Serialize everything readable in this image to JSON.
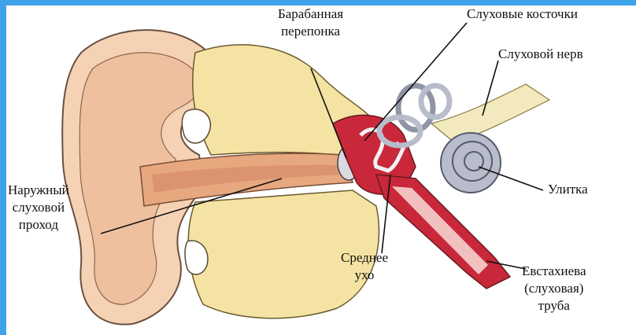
{
  "labels": {
    "eardrum_line1": "Барабанная",
    "eardrum_line2": "перепонка",
    "ossicles": "Слуховые косточки",
    "auditory_nerve": "Слуховой нерв",
    "cochlea": "Улитка",
    "canal_line1": "Наружный",
    "canal_line2": "слуховой",
    "canal_line3": "проход",
    "middle_line1": "Среднее",
    "middle_line2": "ухо",
    "tube_line1": "Евстахиева",
    "tube_line2": "(слуховая)",
    "tube_line3": "труба"
  },
  "colors": {
    "frame": "#3fa3ea",
    "skin": "#f6d2b4",
    "skin_dark": "#e8aa84",
    "bone": "#f4e3a2",
    "canal": "#e7a77f",
    "middle_ear": "#c8283a",
    "inner_ear": "#b8bccb",
    "nerve": "#f3e9bf"
  }
}
